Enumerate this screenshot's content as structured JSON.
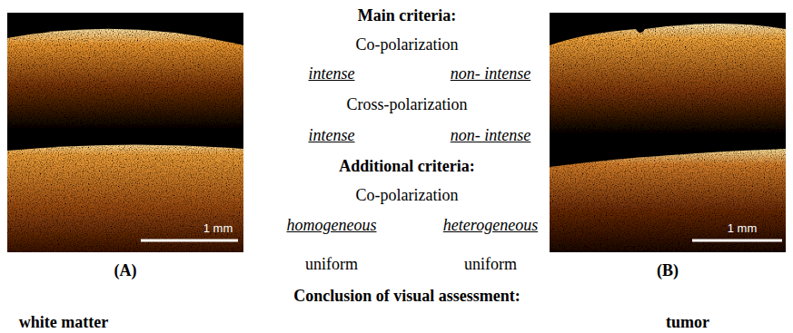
{
  "diagram": {
    "labels": [
      "Main criteria:",
      "Co-polarization",
      "intense",
      "non- intense",
      "Cross-polarization",
      "intense",
      "non- intense",
      "Additional criteria:",
      "Co-polarization",
      "homogeneous",
      "heterogeneous",
      "uniform",
      "uniform",
      "Conclusion of visual assessment:",
      "white matter",
      "tumor",
      "1 mm",
      "1 mm",
      "(A)",
      "(B)"
    ]
  }
}
